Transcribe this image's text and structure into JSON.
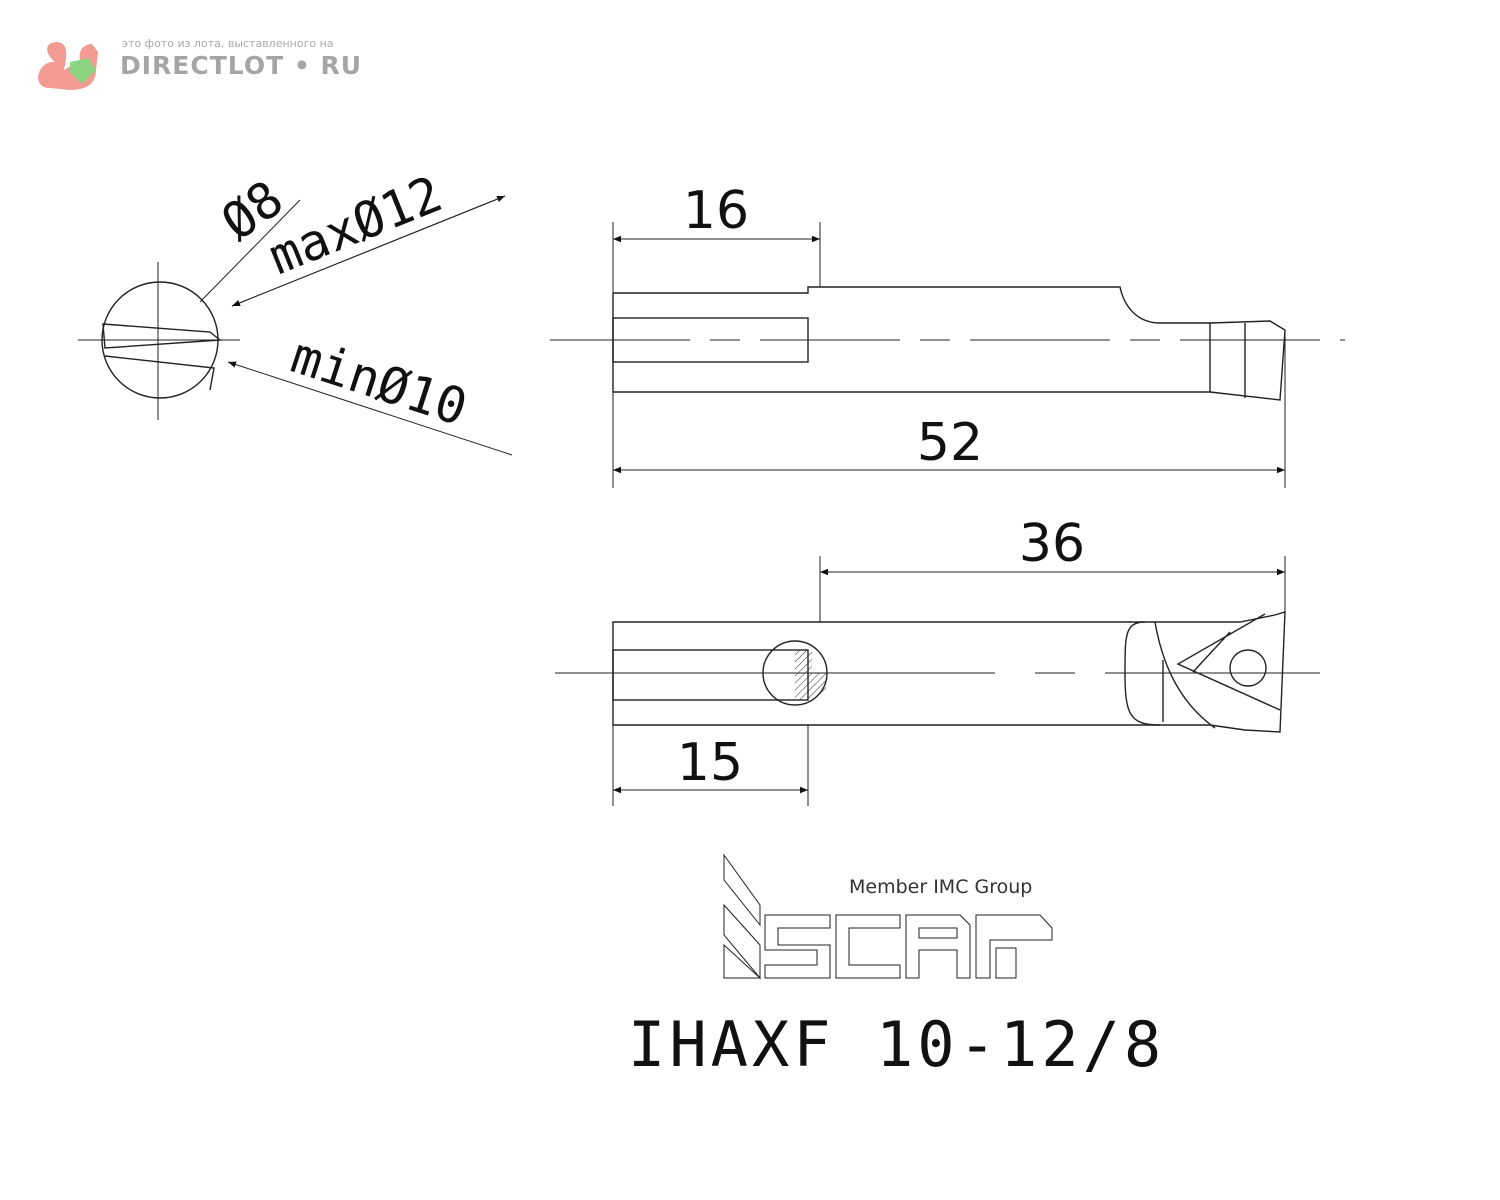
{
  "watermark": {
    "caption": "это фото из лота, выставленного на",
    "brand": "DIRECTLOT • RU",
    "colors": {
      "squirrel": "#f08a80",
      "gem": "#7ed87e"
    }
  },
  "end_view": {
    "diameter_label": "Ø8",
    "max_bore_label": "maxØ12",
    "min_bore_label": "minØ10"
  },
  "side_view": {
    "shank_length": "16",
    "overall_length": "52"
  },
  "top_view": {
    "reach_length": "36",
    "flat_length": "15"
  },
  "logo": {
    "brand": "iscar",
    "tagline": "Member IMC Group"
  },
  "model": "IHAXF 10-12/8"
}
